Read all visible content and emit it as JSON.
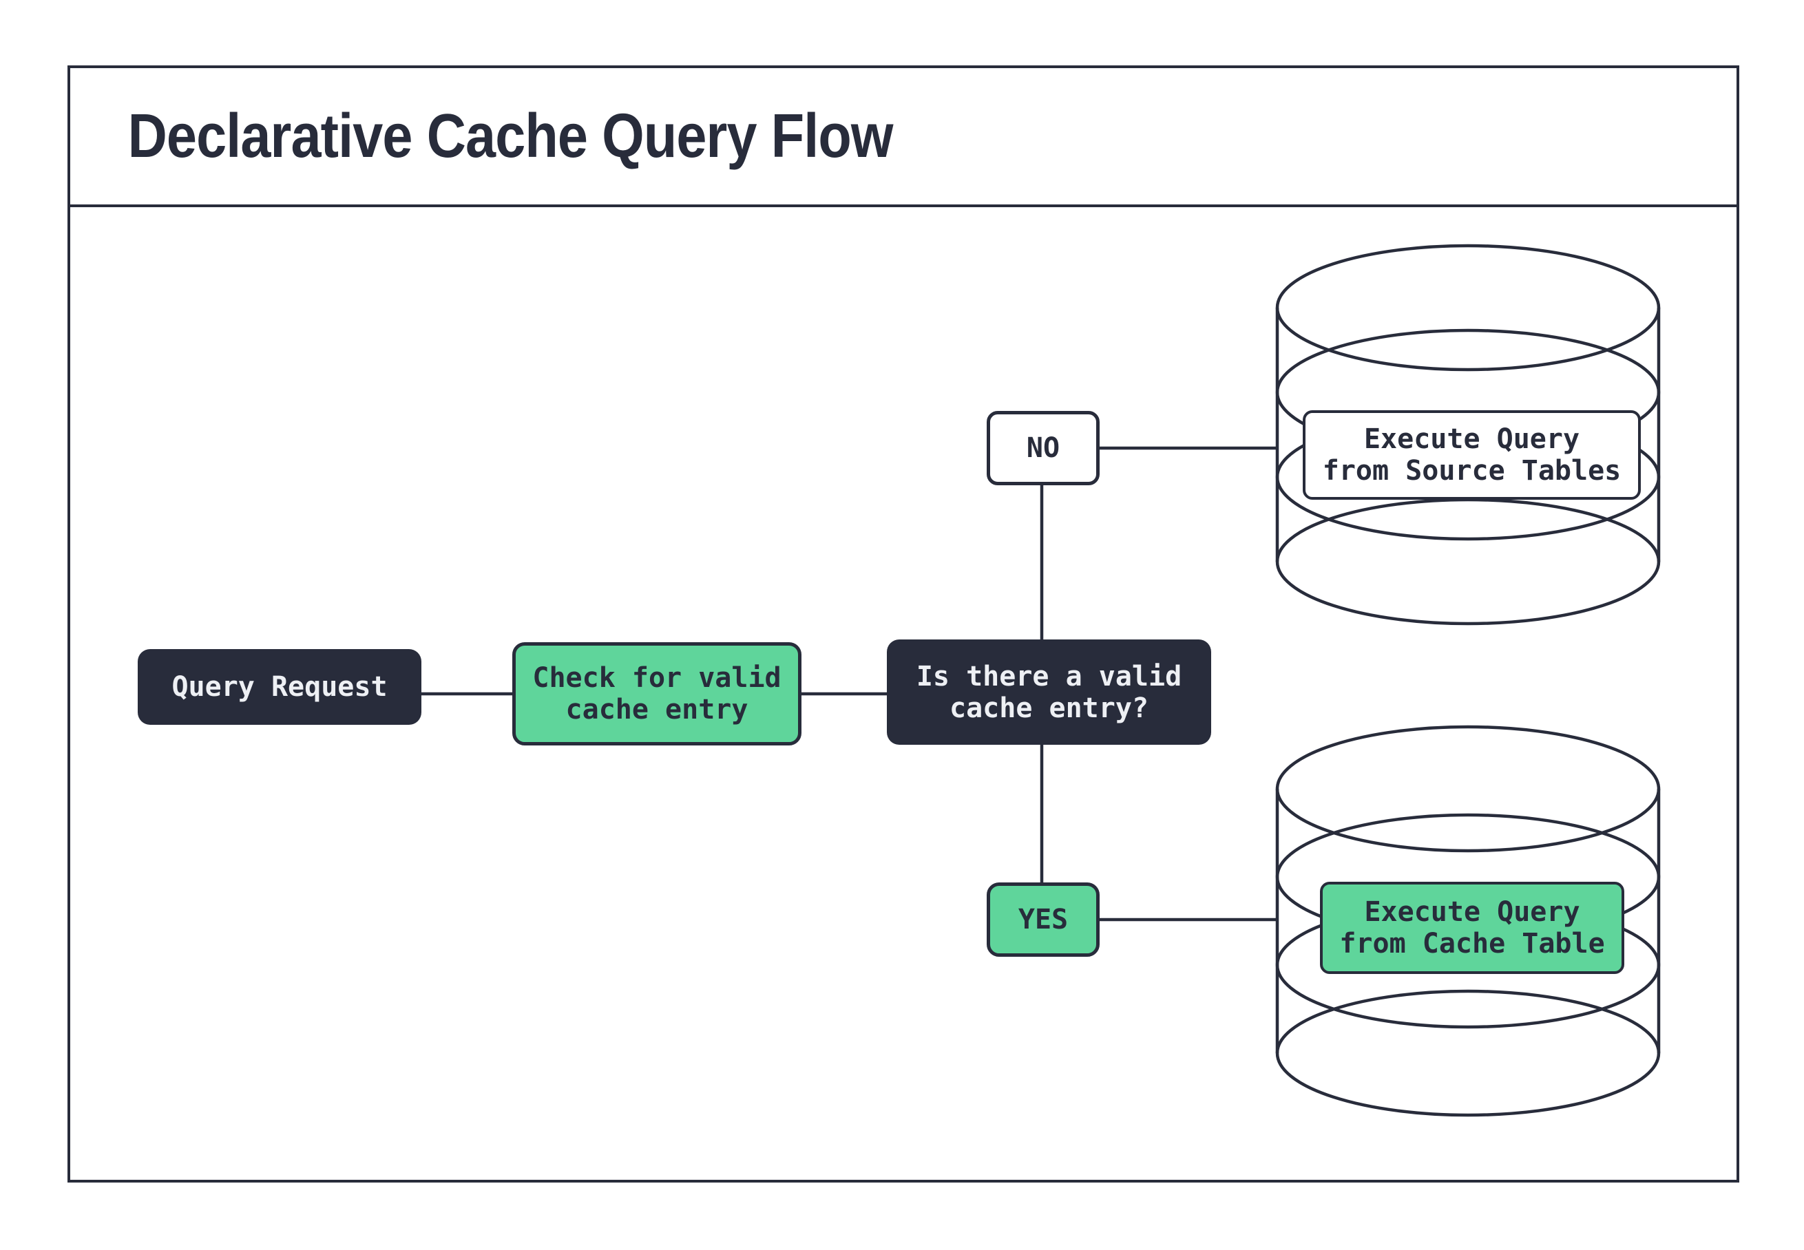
{
  "title": "Declarative Cache Query Flow",
  "colors": {
    "outline_dark": "#282c3b",
    "accent_green": "#5fd59b",
    "node_dark_fill": "#282c3b",
    "light_text": "#eef0f4",
    "white": "#ffffff"
  },
  "nodes": {
    "query_request": {
      "label": "Query Request"
    },
    "check_cache": {
      "line1": "Check for valid",
      "line2": "cache entry"
    },
    "decision": {
      "line1": "Is there a valid",
      "line2": "cache entry?"
    },
    "branch_no": {
      "label": "NO"
    },
    "branch_yes": {
      "label": "YES"
    },
    "execute_source": {
      "line1": "Execute Query",
      "line2": "from Source Tables"
    },
    "execute_cache": {
      "line1": "Execute Query",
      "line2": "from Cache Table"
    }
  },
  "edges": [
    {
      "from": "query_request",
      "to": "check_cache"
    },
    {
      "from": "check_cache",
      "to": "decision"
    },
    {
      "from": "decision",
      "to": "branch_no"
    },
    {
      "from": "decision",
      "to": "branch_yes"
    },
    {
      "from": "branch_no",
      "to": "execute_source"
    },
    {
      "from": "branch_yes",
      "to": "execute_cache"
    }
  ]
}
